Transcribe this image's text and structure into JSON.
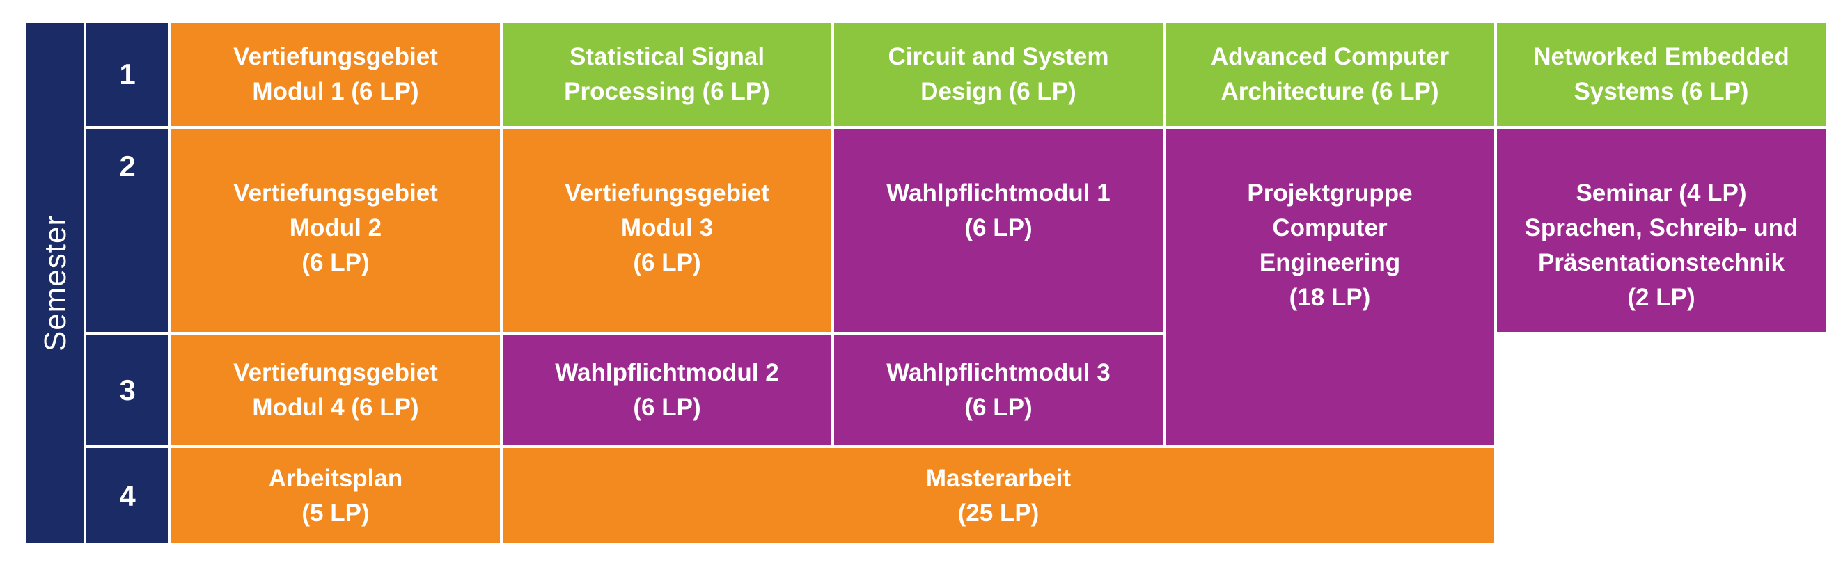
{
  "semester_label": "Semester",
  "semesters": [
    "1",
    "2",
    "3",
    "4"
  ],
  "modules": {
    "vert1": [
      "Vertiefungsgebiet",
      "Modul 1 (6 LP)"
    ],
    "ssp": [
      "Statistical Signal",
      "Processing (6 LP)"
    ],
    "csd": [
      "Circuit and System",
      "Design (6 LP)"
    ],
    "aca": [
      "Advanced Computer",
      "Architecture (6 LP)"
    ],
    "nes": [
      "Networked Embedded",
      "Systems (6 LP)"
    ],
    "vert2": [
      "Vertiefungsgebiet",
      "Modul 2",
      "(6 LP)"
    ],
    "vert3": [
      "Vertiefungsgebiet",
      "Modul 3",
      "(6 LP)"
    ],
    "wpm1": [
      "Wahlpflichtmodul 1",
      "(6 LP)"
    ],
    "projekt": [
      "Projektgruppe",
      "Computer",
      "Engineering",
      "(18 LP)"
    ],
    "seminar": [
      "Seminar (4 LP)",
      "Sprachen, Schreib- und",
      "Präsentationstechnik",
      "(2 LP)"
    ],
    "vert4": [
      "Vertiefungsgebiet",
      "Modul 4  (6 LP)"
    ],
    "wpm2": [
      "Wahlpflichtmodul 2",
      "(6 LP)"
    ],
    "wpm3": [
      "Wahlpflichtmodul 3",
      "(6 LP)"
    ],
    "arbeitsplan": [
      "Arbeitsplan",
      "(5 LP)"
    ],
    "master": [
      "Masterarbeit",
      "(25 LP)"
    ]
  },
  "colors": {
    "navy": "#1b2b66",
    "orange": "#f38a1f",
    "green": "#8cc63f",
    "purple": "#9c2a8e"
  }
}
